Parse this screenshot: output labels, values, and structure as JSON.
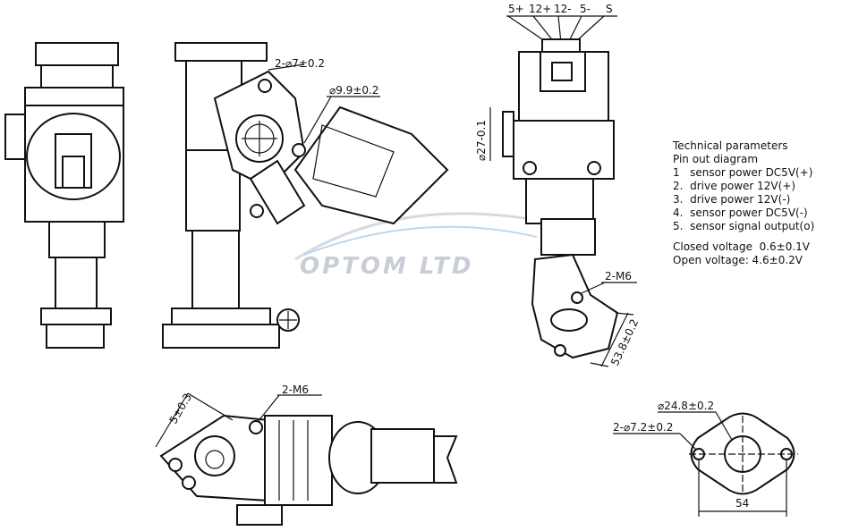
{
  "watermark": "OPTOM LTD",
  "pinout_labels": [
    "5+",
    "12+",
    "12-",
    "5-",
    "S"
  ],
  "dimensions": {
    "hole_side": "2-⌀7±0.2",
    "bore_side": "⌀9.9±0.2",
    "shaft_dia": "⌀27-0.1",
    "thread_right": "2-M6",
    "flange_right": "53.8±0.2",
    "offset_bottom": "5±0.3",
    "thread_bottom": "2-M6",
    "gasket_bore": "⌀24.8±0.2",
    "gasket_holes": "2-⌀7.2±0.2",
    "gasket_pitch": "54"
  },
  "params": {
    "title": "Technical parameters",
    "subtitle": "Pin out diagram",
    "pins": [
      "1   sensor power DC5V(+)",
      "2.  drive power 12V(+)",
      "3.  drive power 12V(-)",
      "4.  sensor power DC5V(-)",
      "5.  sensor signal output(o)"
    ],
    "closed_voltage": "Closed voltage  0.6±0.1V",
    "open_voltage": "Open voltage: 4.6±0.2V"
  }
}
